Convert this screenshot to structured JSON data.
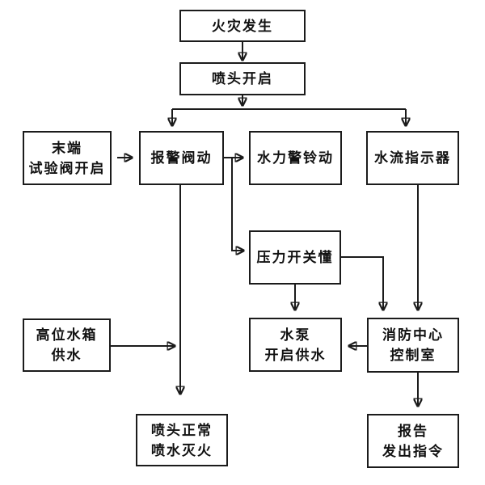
{
  "diagram": {
    "type": "flowchart",
    "subject": "automatic sprinkler fire-extinguishing system workflow",
    "background_color": "#ffffff",
    "line_color": "#1b1b1b",
    "box_fill": "#ffffff",
    "text_color": "#111111"
  },
  "nodes": [
    {
      "id": "fire-occurs",
      "lines": [
        "火灾发生"
      ]
    },
    {
      "id": "sprinkler-open",
      "lines": [
        "喷头开启"
      ]
    },
    {
      "id": "end-test-valve",
      "lines": [
        "末端",
        "试验阀开启"
      ]
    },
    {
      "id": "alarm-valve",
      "lines": [
        "报警阀动"
      ]
    },
    {
      "id": "hydraulic-alarm-bell",
      "lines": [
        "水力警铃动"
      ]
    },
    {
      "id": "water-flow-indicator",
      "lines": [
        "水流指示器"
      ]
    },
    {
      "id": "pressure-switch",
      "lines": [
        "压力开关懂"
      ]
    },
    {
      "id": "high-level-tank",
      "lines": [
        "高位水箱",
        "供水"
      ]
    },
    {
      "id": "water-pump",
      "lines": [
        "水泵",
        "开启供水"
      ]
    },
    {
      "id": "fire-control-center",
      "lines": [
        "消防中心",
        "控制室"
      ]
    },
    {
      "id": "sprinkler-normal",
      "lines": [
        "喷头正常",
        "喷水灭火"
      ]
    },
    {
      "id": "report-command",
      "lines": [
        "报告",
        "发出指令"
      ]
    }
  ],
  "edges": [
    {
      "from": "fire-occurs",
      "to": "sprinkler-open"
    },
    {
      "from": "sprinkler-open",
      "to": "alarm-valve"
    },
    {
      "from": "sprinkler-open",
      "to": "water-flow-indicator"
    },
    {
      "from": "end-test-valve",
      "to": "alarm-valve"
    },
    {
      "from": "alarm-valve",
      "to": "hydraulic-alarm-bell"
    },
    {
      "from": "alarm-valve",
      "to": "pressure-switch"
    },
    {
      "from": "alarm-valve",
      "to": "sprinkler-normal"
    },
    {
      "from": "high-level-tank",
      "to": "sprinkler-normal"
    },
    {
      "from": "pressure-switch",
      "to": "water-pump"
    },
    {
      "from": "pressure-switch",
      "to": "fire-control-center"
    },
    {
      "from": "water-flow-indicator",
      "to": "fire-control-center"
    },
    {
      "from": "fire-control-center",
      "to": "water-pump"
    },
    {
      "from": "fire-control-center",
      "to": "report-command"
    }
  ]
}
